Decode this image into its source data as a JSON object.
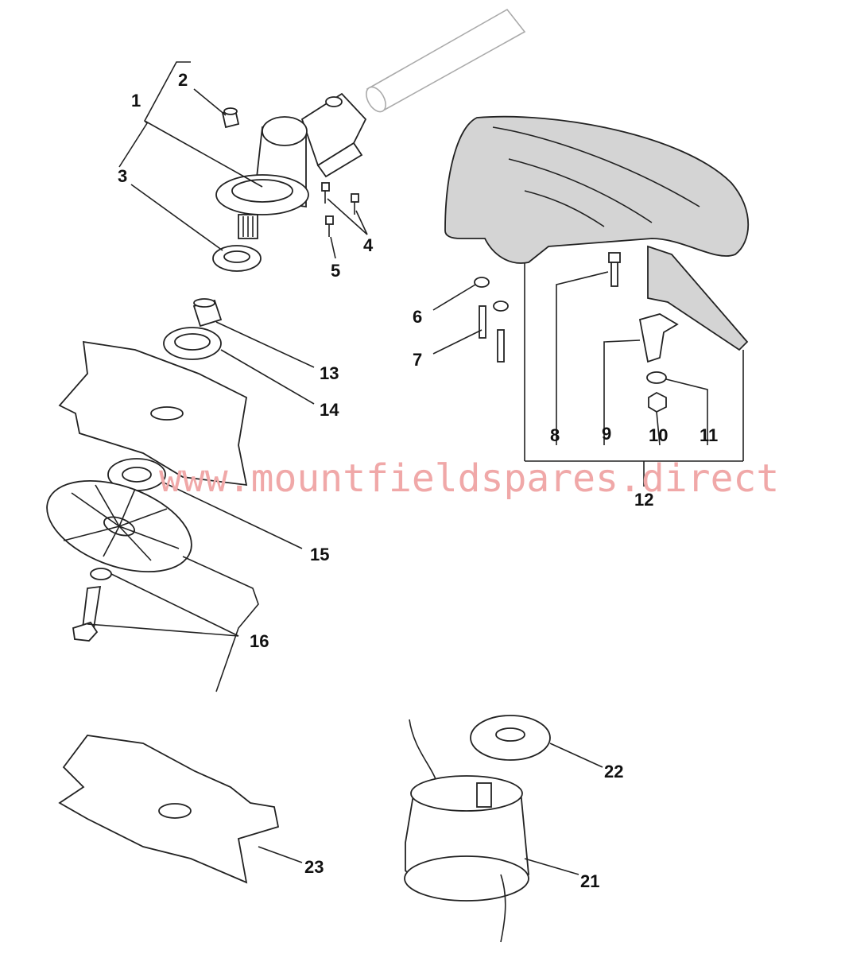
{
  "watermark": "www.mountfieldspares.direct",
  "callouts": {
    "c1": "1",
    "c2": "2",
    "c3": "3",
    "c4": "4",
    "c5": "5",
    "c6": "6",
    "c7": "7",
    "c8": "8",
    "c9": "9",
    "c10": "10",
    "c11": "11",
    "c12": "12",
    "c13": "13",
    "c14": "14",
    "c15": "15",
    "c16": "16",
    "c21": "21",
    "c22": "22",
    "c23": "23"
  },
  "colors": {
    "line": "#222222",
    "guard_fill": "#d4d4d4",
    "watermark": "#f0a8a8"
  }
}
